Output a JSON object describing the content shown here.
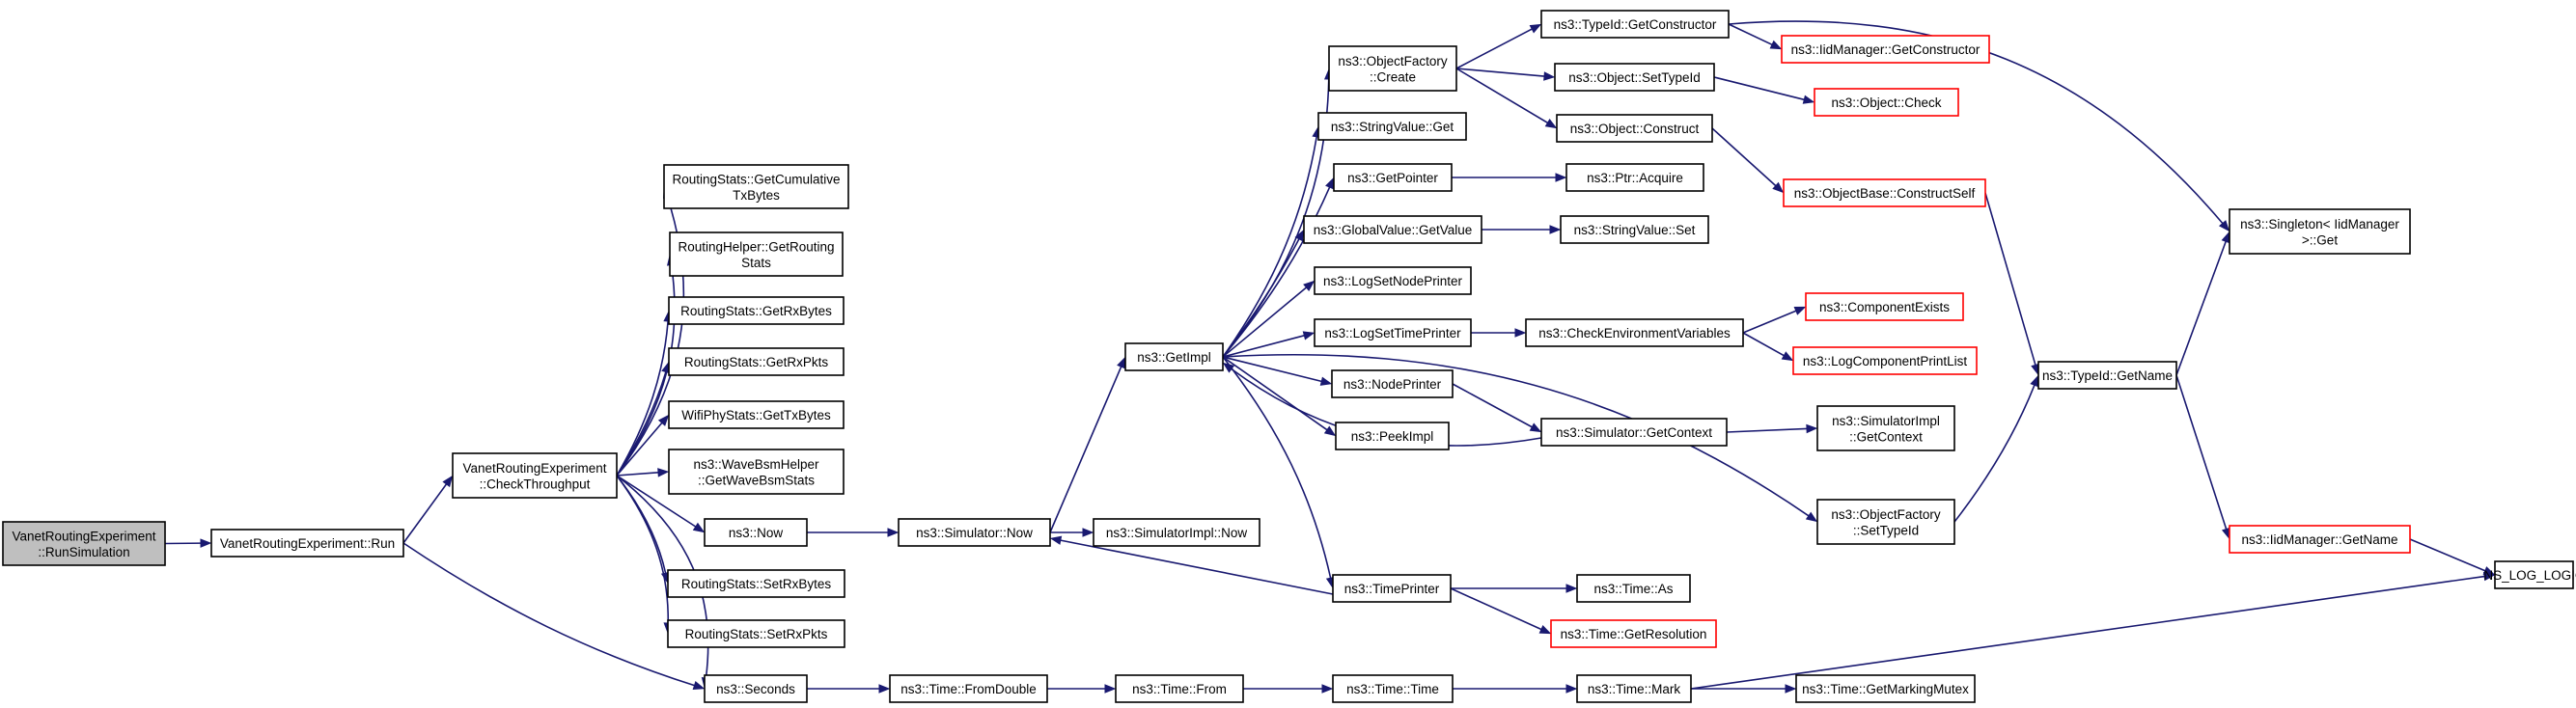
{
  "diagram": {
    "type": "call-graph",
    "nodes": [
      {
        "id": "n0",
        "lines": [
          "VanetRoutingExperiment",
          "::RunSimulation"
        ],
        "style": "root"
      },
      {
        "id": "n1",
        "lines": [
          "VanetRoutingExperiment::Run"
        ],
        "style": "normal"
      },
      {
        "id": "n2",
        "lines": [
          "VanetRoutingExperiment",
          "::CheckThroughput"
        ],
        "style": "normal"
      },
      {
        "id": "n3",
        "lines": [
          "ns3::Seconds"
        ],
        "style": "normal"
      },
      {
        "id": "n4",
        "lines": [
          "RoutingStats::GetCumulative",
          "TxBytes"
        ],
        "style": "normal"
      },
      {
        "id": "n5",
        "lines": [
          "RoutingHelper::GetRouting",
          "Stats"
        ],
        "style": "normal"
      },
      {
        "id": "n6",
        "lines": [
          "RoutingStats::GetRxBytes"
        ],
        "style": "normal"
      },
      {
        "id": "n7",
        "lines": [
          "RoutingStats::GetRxPkts"
        ],
        "style": "normal"
      },
      {
        "id": "n8",
        "lines": [
          "WifiPhyStats::GetTxBytes"
        ],
        "style": "normal"
      },
      {
        "id": "n9",
        "lines": [
          "ns3::WaveBsmHelper",
          "::GetWaveBsmStats"
        ],
        "style": "normal"
      },
      {
        "id": "n10",
        "lines": [
          "ns3::Now"
        ],
        "style": "normal"
      },
      {
        "id": "n11",
        "lines": [
          "RoutingStats::SetRxBytes"
        ],
        "style": "normal"
      },
      {
        "id": "n12",
        "lines": [
          "RoutingStats::SetRxPkts"
        ],
        "style": "normal"
      },
      {
        "id": "n13",
        "lines": [
          "ns3::Simulator::Now"
        ],
        "style": "normal"
      },
      {
        "id": "n14",
        "lines": [
          "ns3::Time::FromDouble"
        ],
        "style": "normal"
      },
      {
        "id": "n15",
        "lines": [
          "ns3::GetImpl"
        ],
        "style": "normal"
      },
      {
        "id": "n16",
        "lines": [
          "ns3::SimulatorImpl::Now"
        ],
        "style": "normal"
      },
      {
        "id": "n17",
        "lines": [
          "ns3::Time::From"
        ],
        "style": "normal"
      },
      {
        "id": "n18",
        "lines": [
          "ns3::ObjectFactory",
          "::Create"
        ],
        "style": "normal"
      },
      {
        "id": "n19",
        "lines": [
          "ns3::StringValue::Get"
        ],
        "style": "normal"
      },
      {
        "id": "n20",
        "lines": [
          "ns3::GetPointer"
        ],
        "style": "normal"
      },
      {
        "id": "n21",
        "lines": [
          "ns3::GlobalValue::GetValue"
        ],
        "style": "normal"
      },
      {
        "id": "n22",
        "lines": [
          "ns3::LogSetNodePrinter"
        ],
        "style": "normal"
      },
      {
        "id": "n23",
        "lines": [
          "ns3::LogSetTimePrinter"
        ],
        "style": "normal"
      },
      {
        "id": "n24",
        "lines": [
          "ns3::NodePrinter"
        ],
        "style": "normal"
      },
      {
        "id": "n25",
        "lines": [
          "ns3::PeekImpl"
        ],
        "style": "normal"
      },
      {
        "id": "n26",
        "lines": [
          "ns3::TimePrinter"
        ],
        "style": "normal"
      },
      {
        "id": "n27",
        "lines": [
          "ns3::Time::Time"
        ],
        "style": "normal"
      },
      {
        "id": "n28",
        "lines": [
          "ns3::TypeId::GetConstructor"
        ],
        "style": "normal"
      },
      {
        "id": "n29",
        "lines": [
          "ns3::Object::SetTypeId"
        ],
        "style": "normal"
      },
      {
        "id": "n30",
        "lines": [
          "ns3::Object::Construct"
        ],
        "style": "normal"
      },
      {
        "id": "n31",
        "lines": [
          "ns3::Ptr::Acquire"
        ],
        "style": "normal"
      },
      {
        "id": "n32",
        "lines": [
          "ns3::StringValue::Set"
        ],
        "style": "normal"
      },
      {
        "id": "n33",
        "lines": [
          "ns3::CheckEnvironmentVariables"
        ],
        "style": "normal"
      },
      {
        "id": "n34",
        "lines": [
          "ns3::Simulator::GetContext"
        ],
        "style": "normal"
      },
      {
        "id": "n35",
        "lines": [
          "ns3::ObjectFactory",
          "::SetTypeId"
        ],
        "style": "normal"
      },
      {
        "id": "n36",
        "lines": [
          "ns3::Time::As"
        ],
        "style": "normal"
      },
      {
        "id": "n37",
        "lines": [
          "ns3::Time::GetResolution"
        ],
        "style": "red"
      },
      {
        "id": "n38",
        "lines": [
          "ns3::Time::Mark"
        ],
        "style": "normal"
      },
      {
        "id": "n39",
        "lines": [
          "ns3::IidManager::GetConstructor"
        ],
        "style": "red"
      },
      {
        "id": "n40",
        "lines": [
          "ns3::Object::Check"
        ],
        "style": "red"
      },
      {
        "id": "n41",
        "lines": [
          "ns3::ObjectBase::ConstructSelf"
        ],
        "style": "red"
      },
      {
        "id": "n42",
        "lines": [
          "ns3::ComponentExists"
        ],
        "style": "red"
      },
      {
        "id": "n43",
        "lines": [
          "ns3::LogComponentPrintList"
        ],
        "style": "red"
      },
      {
        "id": "n44",
        "lines": [
          "ns3::SimulatorImpl",
          "::GetContext"
        ],
        "style": "normal"
      },
      {
        "id": "n45",
        "lines": [
          "ns3::TypeId::GetName"
        ],
        "style": "normal"
      },
      {
        "id": "n46",
        "lines": [
          "ns3::Time::GetMarkingMutex"
        ],
        "style": "normal"
      },
      {
        "id": "n47",
        "lines": [
          "ns3::Singleton< IidManager",
          " >::Get"
        ],
        "style": "normal"
      },
      {
        "id": "n48",
        "lines": [
          "ns3::IidManager::GetName"
        ],
        "style": "red"
      },
      {
        "id": "n49",
        "lines": [
          "NS_LOG_LOGIC"
        ],
        "style": "normal"
      }
    ],
    "edges": [
      [
        "n0",
        "n1"
      ],
      [
        "n1",
        "n2"
      ],
      [
        "n1",
        "n3"
      ],
      [
        "n2",
        "n4"
      ],
      [
        "n2",
        "n5"
      ],
      [
        "n2",
        "n6"
      ],
      [
        "n2",
        "n7"
      ],
      [
        "n2",
        "n8"
      ],
      [
        "n2",
        "n9"
      ],
      [
        "n2",
        "n10"
      ],
      [
        "n2",
        "n11"
      ],
      [
        "n2",
        "n12"
      ],
      [
        "n2",
        "n3"
      ],
      [
        "n10",
        "n13"
      ],
      [
        "n13",
        "n15"
      ],
      [
        "n13",
        "n16"
      ],
      [
        "n3",
        "n14"
      ],
      [
        "n14",
        "n17"
      ],
      [
        "n17",
        "n27"
      ],
      [
        "n27",
        "n38"
      ],
      [
        "n38",
        "n46"
      ],
      [
        "n38",
        "n49"
      ],
      [
        "n15",
        "n18"
      ],
      [
        "n15",
        "n19"
      ],
      [
        "n15",
        "n20"
      ],
      [
        "n15",
        "n21"
      ],
      [
        "n15",
        "n22"
      ],
      [
        "n15",
        "n23"
      ],
      [
        "n15",
        "n24"
      ],
      [
        "n15",
        "n25"
      ],
      [
        "n15",
        "n26"
      ],
      [
        "n15",
        "n35"
      ],
      [
        "n34",
        "n15"
      ],
      [
        "n26",
        "n13"
      ],
      [
        "n18",
        "n28"
      ],
      [
        "n18",
        "n29"
      ],
      [
        "n18",
        "n30"
      ],
      [
        "n28",
        "n39"
      ],
      [
        "n28",
        "n47"
      ],
      [
        "n29",
        "n40"
      ],
      [
        "n30",
        "n41"
      ],
      [
        "n41",
        "n45"
      ],
      [
        "n20",
        "n31"
      ],
      [
        "n21",
        "n32"
      ],
      [
        "n23",
        "n33"
      ],
      [
        "n33",
        "n42"
      ],
      [
        "n33",
        "n43"
      ],
      [
        "n24",
        "n34"
      ],
      [
        "n34",
        "n44"
      ],
      [
        "n35",
        "n45"
      ],
      [
        "n26",
        "n36"
      ],
      [
        "n26",
        "n37"
      ],
      [
        "n45",
        "n47"
      ],
      [
        "n45",
        "n48"
      ],
      [
        "n48",
        "n49"
      ]
    ]
  }
}
